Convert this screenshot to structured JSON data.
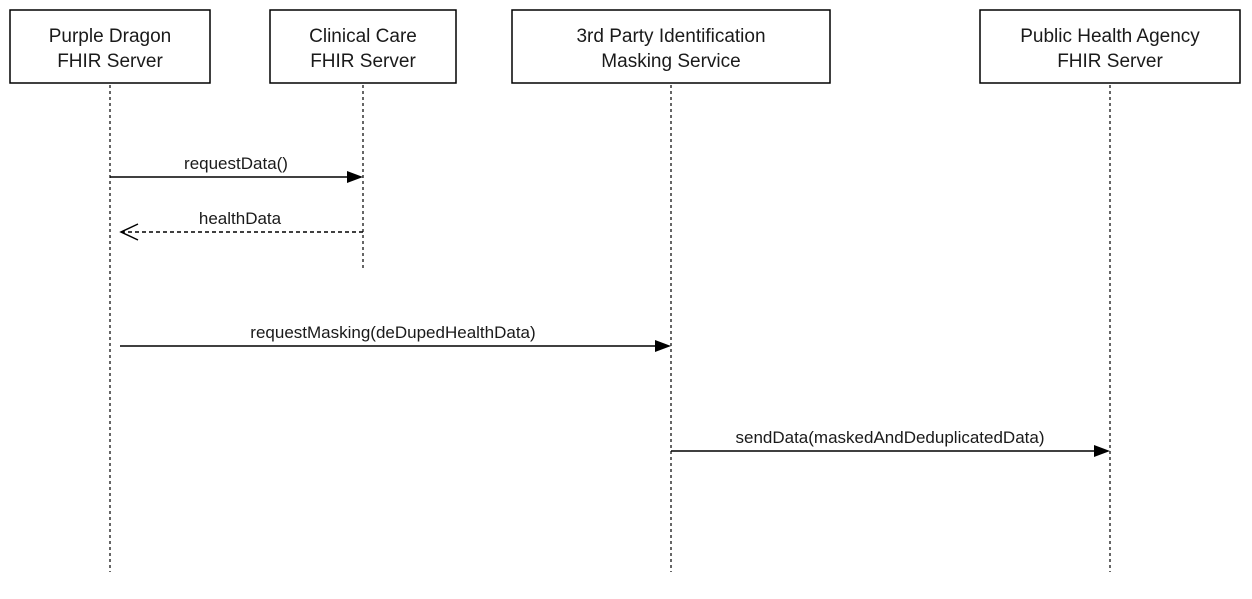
{
  "participants": {
    "purple_dragon": {
      "line1": "Purple Dragon",
      "line2": "FHIR Server"
    },
    "clinical_care": {
      "line1": "Clinical Care",
      "line2": "FHIR Server"
    },
    "masking_service": {
      "line1": "3rd Party Identification",
      "line2": "Masking Service"
    },
    "public_health": {
      "line1": "Public Health Agency",
      "line2": "FHIR Server"
    }
  },
  "messages": {
    "request_data": {
      "label": "requestData()",
      "from": "Purple Dragon FHIR Server",
      "to": "Clinical Care FHIR Server",
      "style": "sync"
    },
    "health_data": {
      "label": "healthData",
      "from": "Clinical Care FHIR Server",
      "to": "Purple Dragon FHIR Server",
      "style": "return"
    },
    "request_masking": {
      "label": "requestMasking(deDupedHealthData)",
      "from": "Purple Dragon FHIR Server",
      "to": "3rd Party Identification Masking Service",
      "style": "sync"
    },
    "send_data": {
      "label": "sendData(maskedAndDeduplicatedData)",
      "from": "3rd Party Identification Masking Service",
      "to": "Public Health Agency FHIR Server",
      "style": "sync"
    }
  }
}
